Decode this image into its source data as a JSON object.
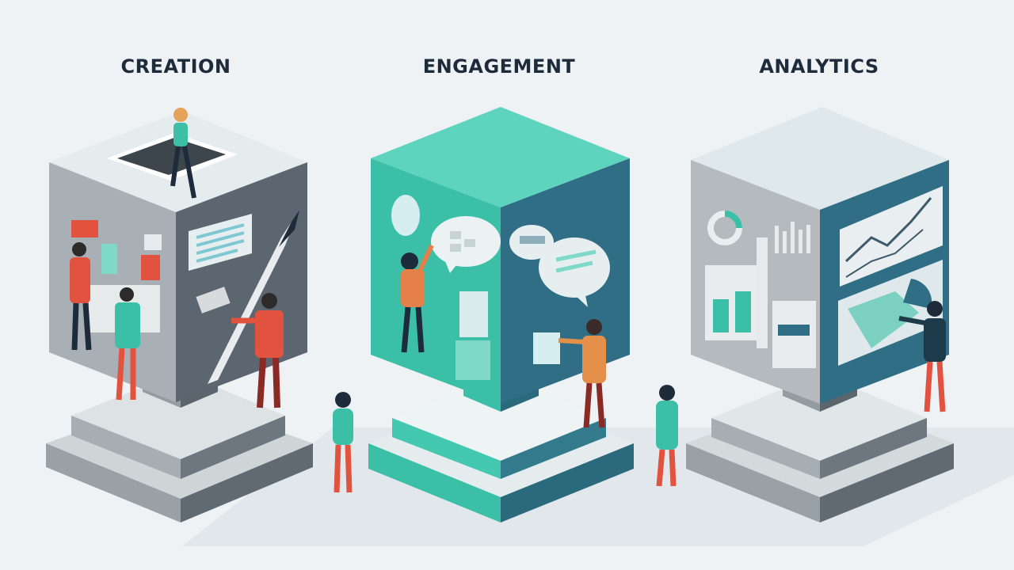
{
  "pillars": [
    {
      "title": "CREATION",
      "icon": "pen-brush-icon",
      "accent": "#e85d4a",
      "top_color": "#e4ecee",
      "left_color": "#a9b0b5",
      "right_color": "#5b6670"
    },
    {
      "title": "ENGAGEMENT",
      "icon": "chat-bubble-icon",
      "accent": "#44c9b0",
      "top_color": "#5ed3be",
      "left_color": "#3bbfa7",
      "right_color": "#2f6e84"
    },
    {
      "title": "ANALYTICS",
      "icon": "chart-icon",
      "accent": "#3bbfa7",
      "top_color": "#dfe8ea",
      "left_color": "#b4babe",
      "right_color": "#2f6e84"
    }
  ],
  "palette": {
    "background": "#eef2f4",
    "ink": "#1d2b3a",
    "orange": "#e5804a",
    "coral": "#e2533f",
    "teal": "#3bbfa7"
  }
}
